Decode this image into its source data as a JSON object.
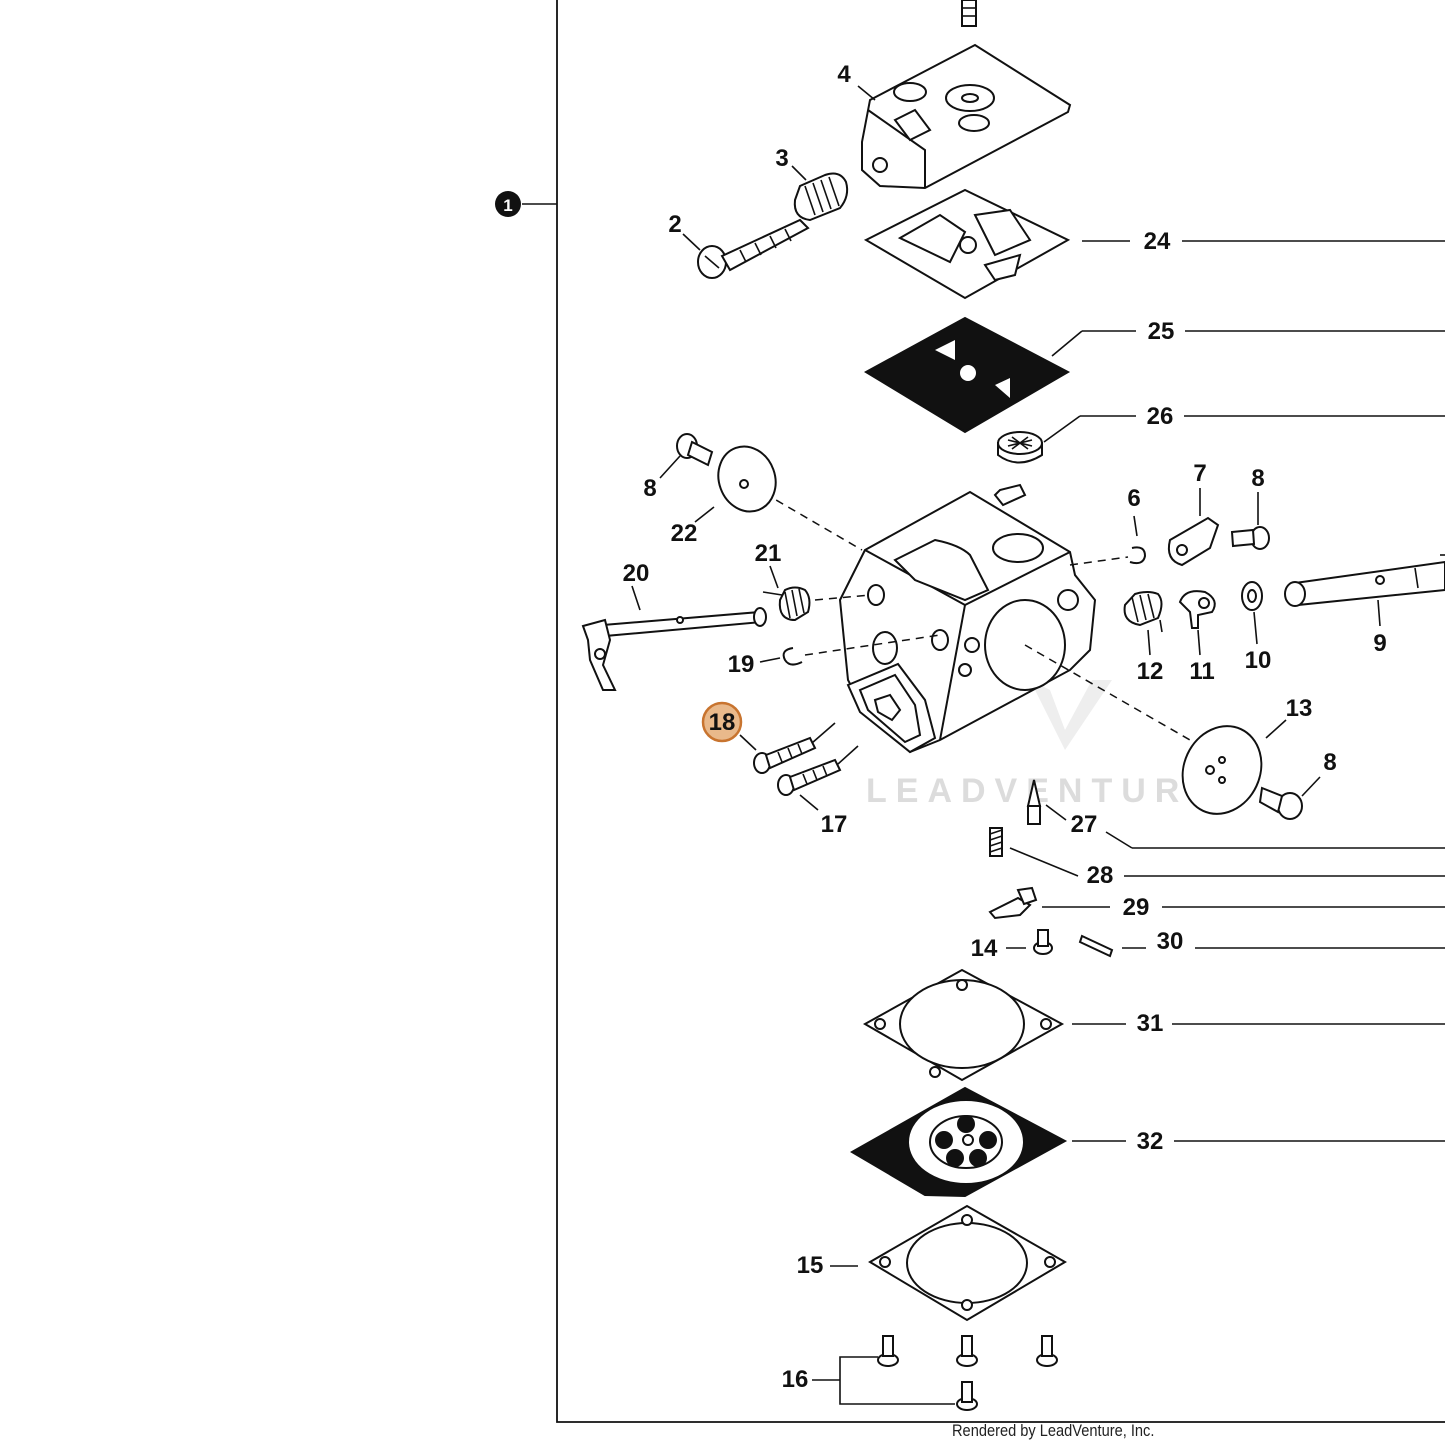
{
  "assembly_marker": "1",
  "highlight_color": "#e9b98b",
  "highlight_stroke": "#c8742f",
  "callouts": {
    "c2": "2",
    "c3": "3",
    "c4": "4",
    "c6": "6",
    "c7": "7",
    "c8a": "8",
    "c8b": "8",
    "c8c": "8",
    "c9": "9",
    "c10": "10",
    "c11": "11",
    "c12": "12",
    "c13": "13",
    "c14": "14",
    "c15": "15",
    "c16": "16",
    "c17": "17",
    "c18": "18",
    "c19": "19",
    "c20": "20",
    "c21": "21",
    "c22": "22",
    "c24": "24",
    "c25": "25",
    "c26": "26",
    "c27": "27",
    "c28": "28",
    "c29": "29",
    "c30": "30",
    "c31": "31",
    "c32": "32"
  },
  "watermark": "LEADVENTURE",
  "footer": "Rendered by LeadVenture, Inc."
}
